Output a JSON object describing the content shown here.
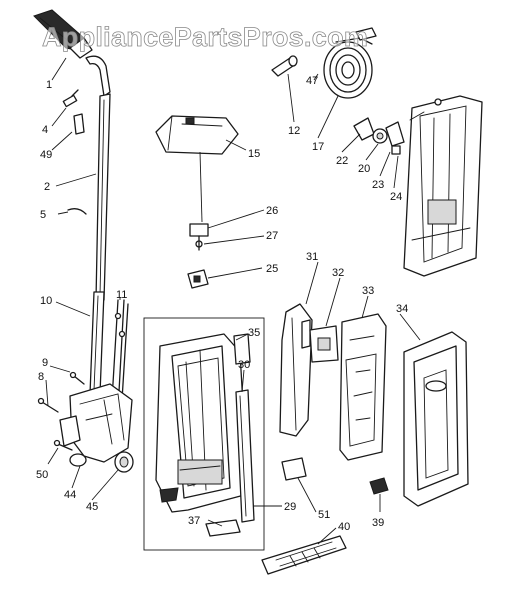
{
  "watermark": "AppliancePartsPros.com",
  "callouts": [
    "1",
    "4",
    "49",
    "2",
    "5",
    "10",
    "11",
    "9",
    "8",
    "50",
    "44",
    "45",
    "15",
    "26",
    "27",
    "25",
    "12",
    "47",
    "17",
    "22",
    "20",
    "23",
    "24",
    "31",
    "32",
    "33",
    "34",
    "35",
    "30",
    "29",
    "51",
    "37",
    "40",
    "39"
  ]
}
